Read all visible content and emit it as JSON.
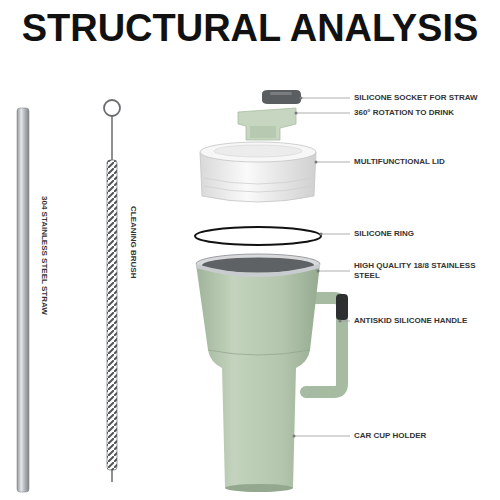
{
  "diagram": {
    "title": "STRUCTURAL ANALYSIS",
    "labels": [
      "SILICONE SOCKET FOR STRAW",
      "360° ROTATION TO DRINK",
      "MULTIFUNCTIONAL LID",
      "SILICONE RING",
      "HIGH QUALITY 18/8 STAINLESS STEEL",
      "ANTISKID SILICONE HANDLE",
      "CAR CUP HOLDER",
      "304 STAINLESS STEEL STRAW",
      "CLEANING BRUSH"
    ]
  }
}
